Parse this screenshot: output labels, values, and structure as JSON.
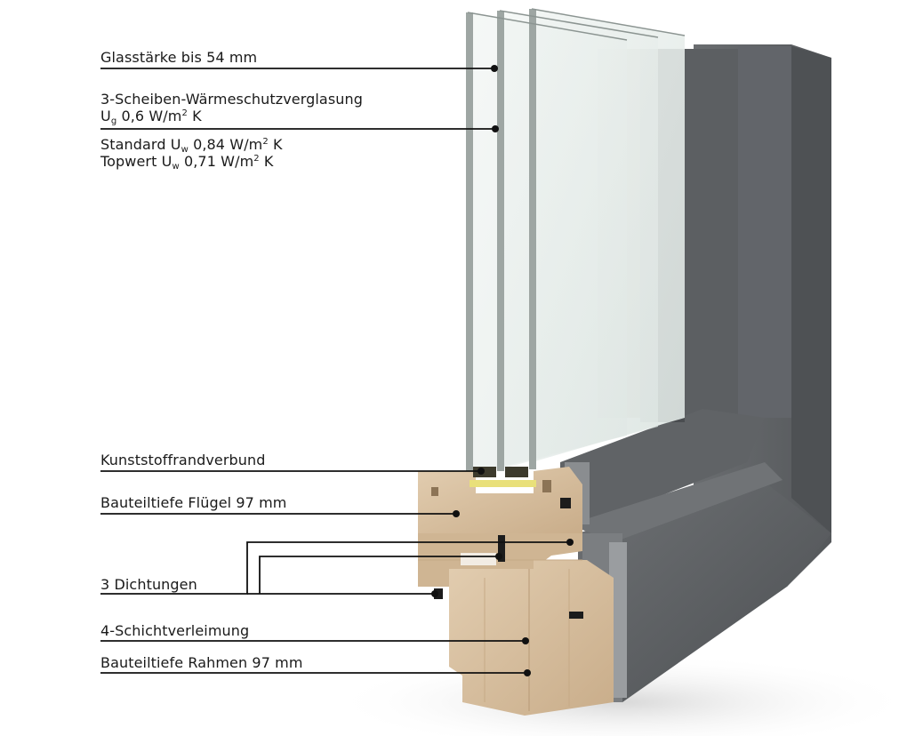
{
  "labels": {
    "glass_thickness": "Glasstärke bis 54 mm",
    "glazing_title": "3-Scheiben-Wärmeschutzverglasung",
    "ug": {
      "symbol": "U",
      "sub": "g",
      "value": "0,6 W/m",
      "sup": "2",
      "unit": "K"
    },
    "uw_standard": {
      "prefix": "Standard U",
      "sub": "w",
      "value": "0,84 W/m",
      "sup": "2",
      "unit": "K"
    },
    "uw_top": {
      "prefix": "Topwert U",
      "sub": "w",
      "value": "0,71 W/m",
      "sup": "2",
      "unit": "K"
    },
    "edge_seal": "Kunststoffrandverbund",
    "sash_depth": "Bauteiltiefe Flügel 97 mm",
    "seals": "3 Dichtungen",
    "lamination": "4-Schichtverleimung",
    "frame_depth": "Bauteiltiefe Rahmen 97 mm"
  },
  "colors": {
    "aluminium_dark": "#55585b",
    "aluminium_mid": "#6c6f72",
    "aluminium_light": "#85888b",
    "wood": "#d8bf9f",
    "wood_dark": "#b89a76",
    "glass": "#e8efec",
    "glass_edge": "#8c9592",
    "spacer_yellow": "#e9e07a",
    "gasket": "#1c1c1c",
    "leader_line": "#111111"
  }
}
